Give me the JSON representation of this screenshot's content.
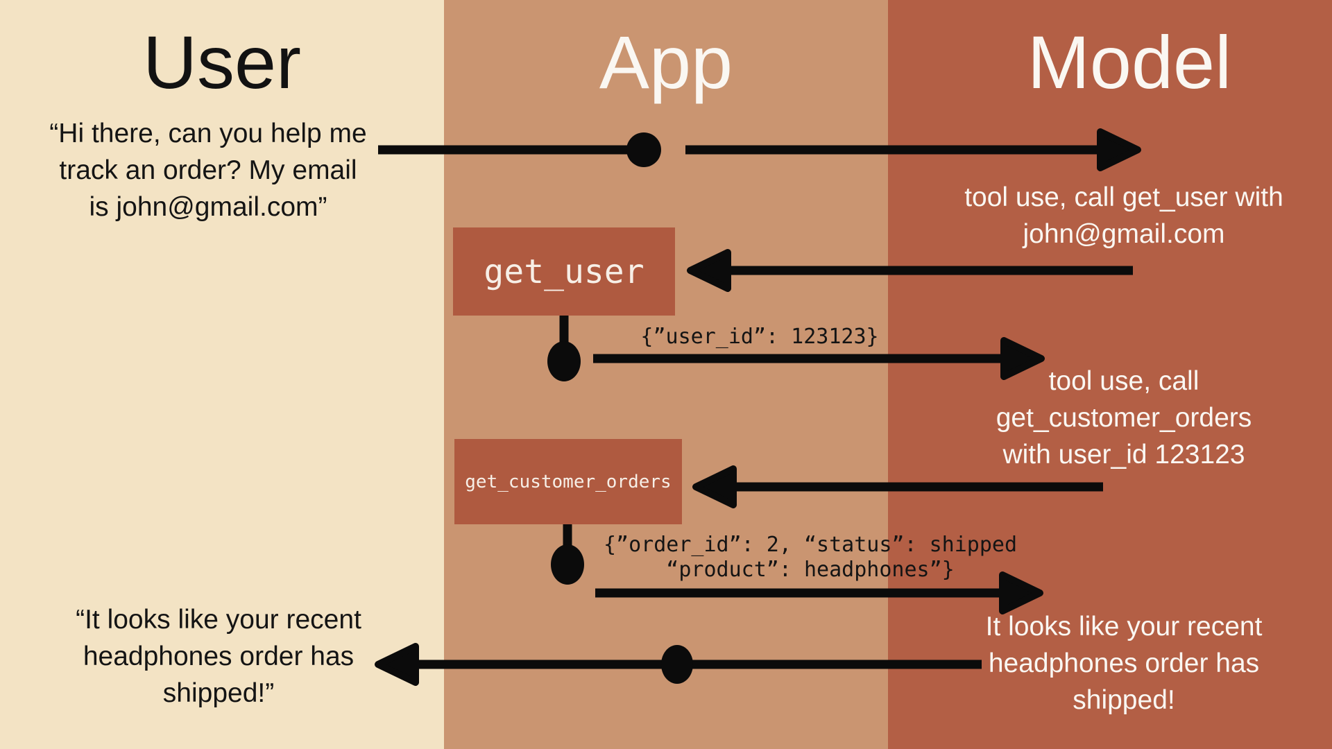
{
  "diagram": {
    "columns": [
      {
        "label": "User",
        "bg": "#F3E3C4",
        "text_color": "#121212"
      },
      {
        "label": "App",
        "bg": "#CA9571",
        "text_color": "#FAF7F2"
      },
      {
        "label": "Model",
        "bg": "#B35F45",
        "text_color": "#FAF7F2"
      }
    ],
    "flow": {
      "user_request": "“Hi there, can you help me\ntrack an order? My email\nis john@gmail.com”",
      "model_tool_call_1": "tool use, call get_user with\njohn@gmail.com",
      "tool_box_1": "get_user",
      "tool_result_1": "{”user_id”: 123123}",
      "model_tool_call_2": "tool use, call\nget_customer_orders\nwith user_id 123123",
      "tool_box_2": "get_customer_orders",
      "tool_result_2": "{”order_id”: 2, “status”: shipped\n“product”: headphones”}",
      "model_reply": "It looks like your recent\nheadphones order has\nshipped!",
      "user_reply": "“It looks like your recent\nheadphones order has\nshipped!”"
    },
    "colors": {
      "arrow": "#0B0B0B",
      "tool_box_bg": "#AF5A40",
      "tool_box_text": "#F7EFE7"
    }
  }
}
